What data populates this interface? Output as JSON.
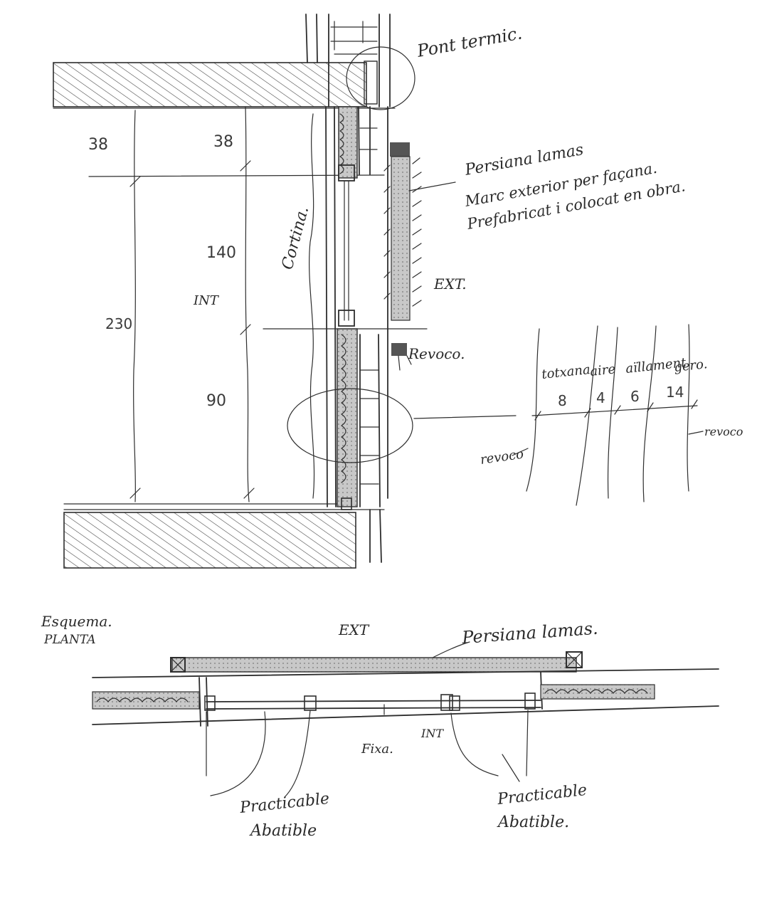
{
  "section": {
    "labels": {
      "thermal_bridge": "Pont termic.",
      "shutter_1": "Persiana lamas",
      "shutter_2": "Marc exterior per façana.",
      "shutter_3": "Prefabricat i colocat en obra.",
      "curtain": "Cortina.",
      "exterior": "EXT.",
      "interior": "INT",
      "render": "Revoco."
    },
    "dimensions": {
      "top_left": "38",
      "top_right": "38",
      "total": "230",
      "window": "140",
      "parapet": "90"
    }
  },
  "wall_detail": {
    "layers": [
      "totxana",
      "aire",
      "aïllament",
      "gero."
    ],
    "thicknesses": [
      "8",
      "4",
      "6",
      "14"
    ],
    "left_label": "revoco",
    "right_label": "revoco"
  },
  "plan": {
    "title_1": "Esquema.",
    "title_2": "PLANTA",
    "exterior": "EXT",
    "interior": "INT",
    "shutter": "Persiana lamas.",
    "fixed": "Fixa.",
    "left_leaf_1": "Practicable",
    "left_leaf_2": "Abatible",
    "right_leaf_1": "Practicable",
    "right_leaf_2": "Abatible."
  },
  "colors": {
    "ink": "#2e2e2e",
    "shading": "#9a9a9a",
    "dark_fill": "#555555"
  }
}
